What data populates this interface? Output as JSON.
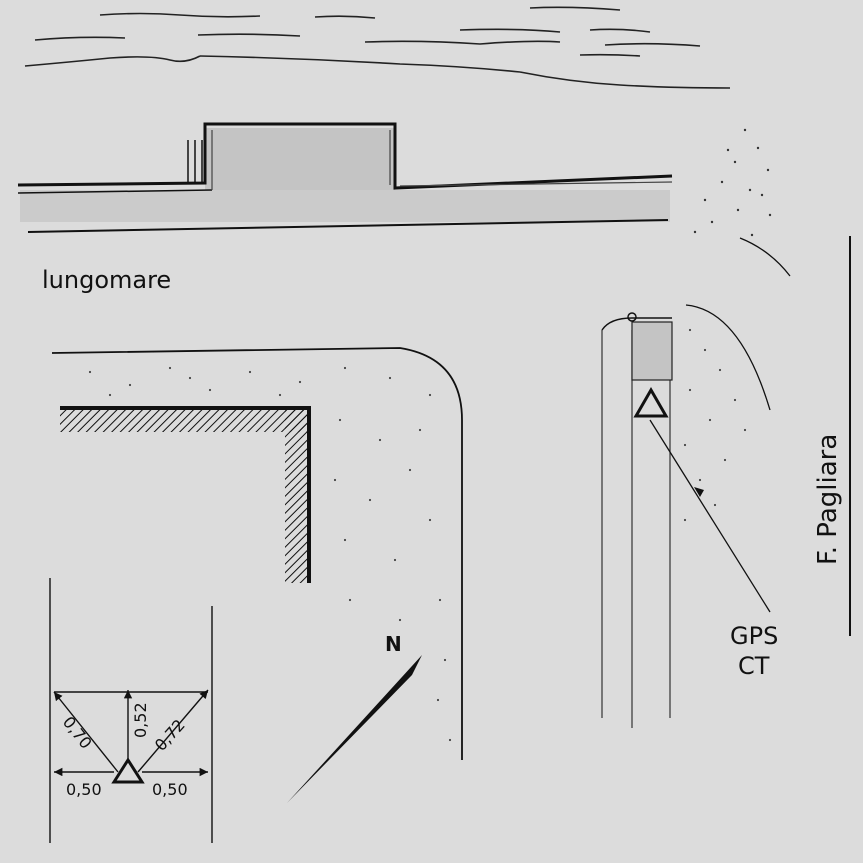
{
  "labels": {
    "street": "lungomare",
    "river": "F. Pagliara",
    "gps_line1": "GPS",
    "gps_line2": "CT",
    "north": "N"
  },
  "detail": {
    "distances": [
      "0,70",
      "0,52",
      "0,72",
      "0,50",
      "0,50"
    ]
  },
  "colors": {
    "paper": "#dcdcdc",
    "ink": "#111111",
    "tone": "#c4c4c4"
  }
}
